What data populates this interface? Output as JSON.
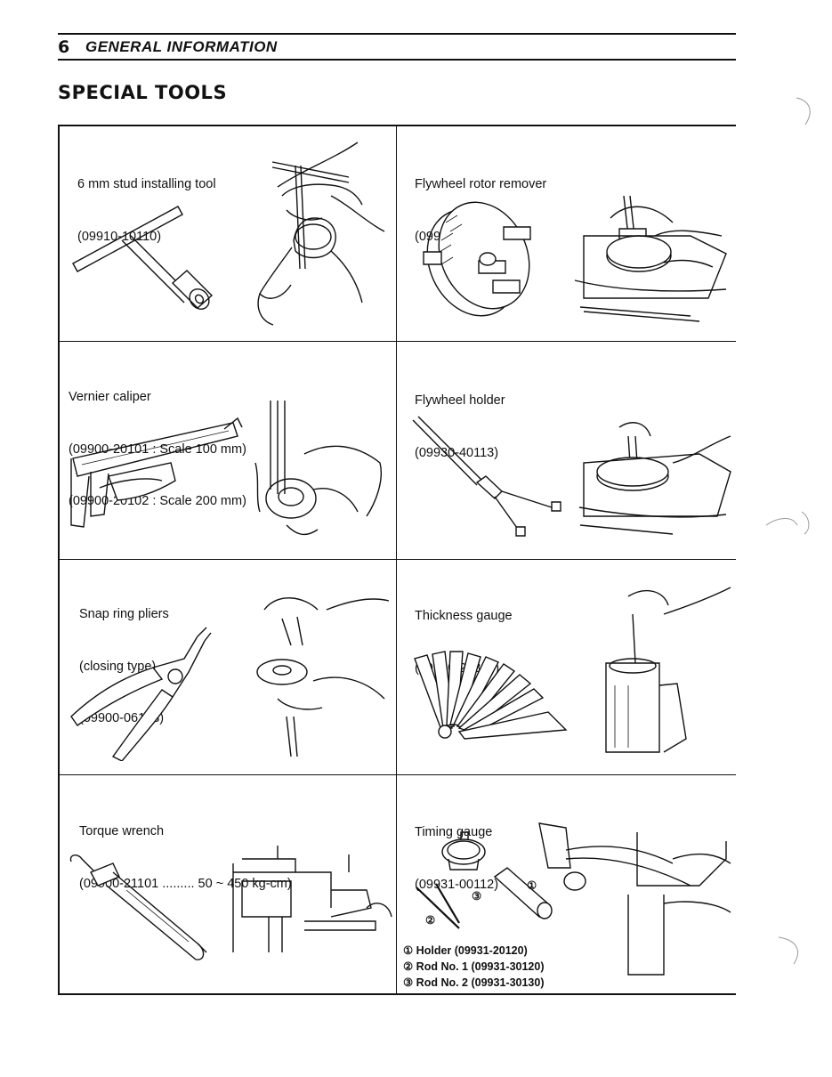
{
  "header": {
    "page_number": "6",
    "section": "GENERAL INFORMATION"
  },
  "page_title": "SPECIAL TOOLS",
  "tools": [
    {
      "lines": [
        "6 mm stud installing tool",
        "(09910-10110)"
      ]
    },
    {
      "lines": [
        "Flywheel rotor remover",
        "(09930-30713)"
      ]
    },
    {
      "lines": [
        "Vernier caliper",
        "(09900-20101 : Scale 100 mm)",
        "(09900-20102 : Scale 200 mm)"
      ]
    },
    {
      "lines": [
        "Flywheel holder",
        "(09930-40113)"
      ]
    },
    {
      "lines": [
        "Snap ring pliers",
        "(closing type)",
        "(09900-06108)"
      ]
    },
    {
      "lines": [
        "Thickness gauge",
        "(09900-20803)"
      ]
    },
    {
      "lines": [
        "Torque wrench",
        "(09900-21101 ......... 50 ~ 450 kg-cm)"
      ]
    },
    {
      "lines": [
        "Timing gauge",
        "(09931-00112)"
      ]
    }
  ],
  "timing_gauge_parts": [
    "① Holder (09931-20120)",
    "② Rod No. 1 (09931-30120)",
    "③ Rod No. 2 (09931-30130)"
  ],
  "callouts": [
    "①",
    "②",
    "③"
  ],
  "colors": {
    "ink": "#111111",
    "paper": "#ffffff"
  }
}
